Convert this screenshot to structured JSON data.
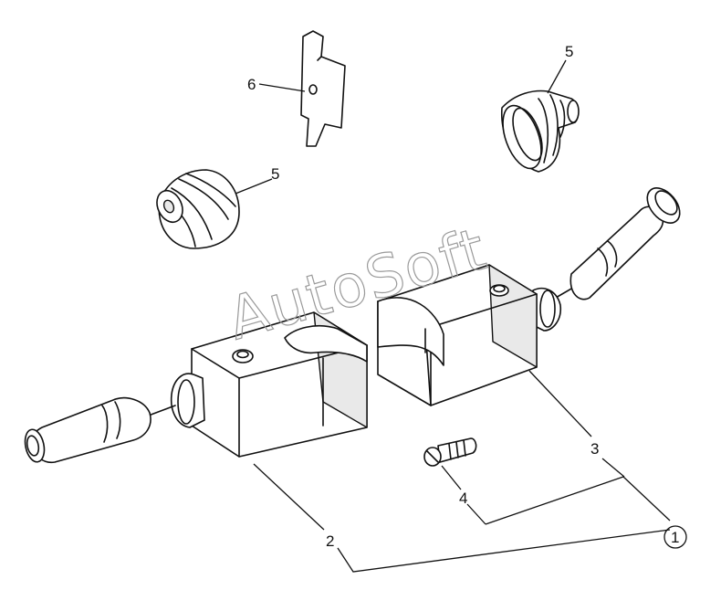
{
  "diagram": {
    "watermark": "AutoSoft",
    "callouts": {
      "assembly": "1",
      "left_switch": "2",
      "right_switch": "3",
      "screw": "4",
      "boot_right": "5",
      "boot_left": "5",
      "plate": "6"
    }
  },
  "colors": {
    "ink": "#111111",
    "watermark": "#9a9a9a",
    "background": "#ffffff"
  }
}
